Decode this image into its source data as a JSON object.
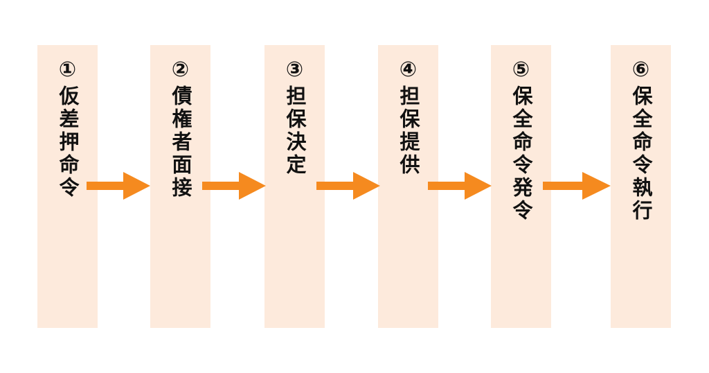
{
  "colors": {
    "box_fill": "#fdeadc",
    "arrow": "#f58a1f",
    "text": "#111111",
    "background": "#ffffff"
  },
  "steps": [
    {
      "number": "①",
      "label": "仮差押命令"
    },
    {
      "number": "②",
      "label": "債権者面接"
    },
    {
      "number": "③",
      "label": "担保決定"
    },
    {
      "number": "④",
      "label": "担保提供"
    },
    {
      "number": "⑤",
      "label": "保全命令発令"
    },
    {
      "number": "⑥",
      "label": "保全命令執行"
    }
  ],
  "arrows": [
    {
      "from": "①",
      "to": "②",
      "icon": "right-arrow-icon"
    },
    {
      "from": "②",
      "to": "③",
      "icon": "right-arrow-icon"
    },
    {
      "from": "③",
      "to": "④",
      "icon": "right-arrow-icon"
    },
    {
      "from": "④",
      "to": "⑤",
      "icon": "right-arrow-icon"
    },
    {
      "from": "⑤",
      "to": "⑥",
      "icon": "right-arrow-icon"
    }
  ]
}
